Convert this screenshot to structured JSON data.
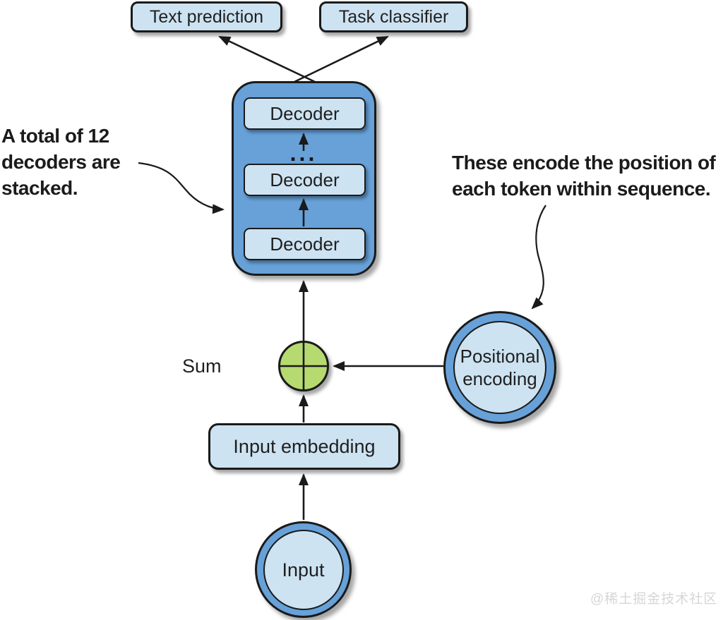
{
  "diagram": {
    "title_implied": "GPT-style decoder architecture",
    "nodes": {
      "text_prediction": {
        "label": "Text prediction"
      },
      "task_classifier": {
        "label": "Task classifier"
      },
      "decoder_stack": {
        "decoders": [
          "Decoder",
          "Decoder",
          "Decoder"
        ],
        "ellipsis": "..."
      },
      "sum": {
        "label": "Sum"
      },
      "positional_encoding": {
        "lines": [
          "Positional",
          "encoding"
        ]
      },
      "input_embedding": {
        "label": "Input embedding"
      },
      "input": {
        "label": "Input"
      }
    },
    "annotations": {
      "left": {
        "lines": [
          "A total of 12",
          "decoders are",
          "stacked."
        ]
      },
      "right": {
        "lines": [
          "These encode the position of",
          "each token within sequence."
        ]
      }
    },
    "colors": {
      "stack_blue": "#67a1d8",
      "light_blue": "#cde3f2",
      "sum_green": "#b6da70",
      "line_black": "#1a1a1a",
      "watermark_gray": "#d6d6d6"
    },
    "watermark": "@稀土掘金技术社区"
  }
}
